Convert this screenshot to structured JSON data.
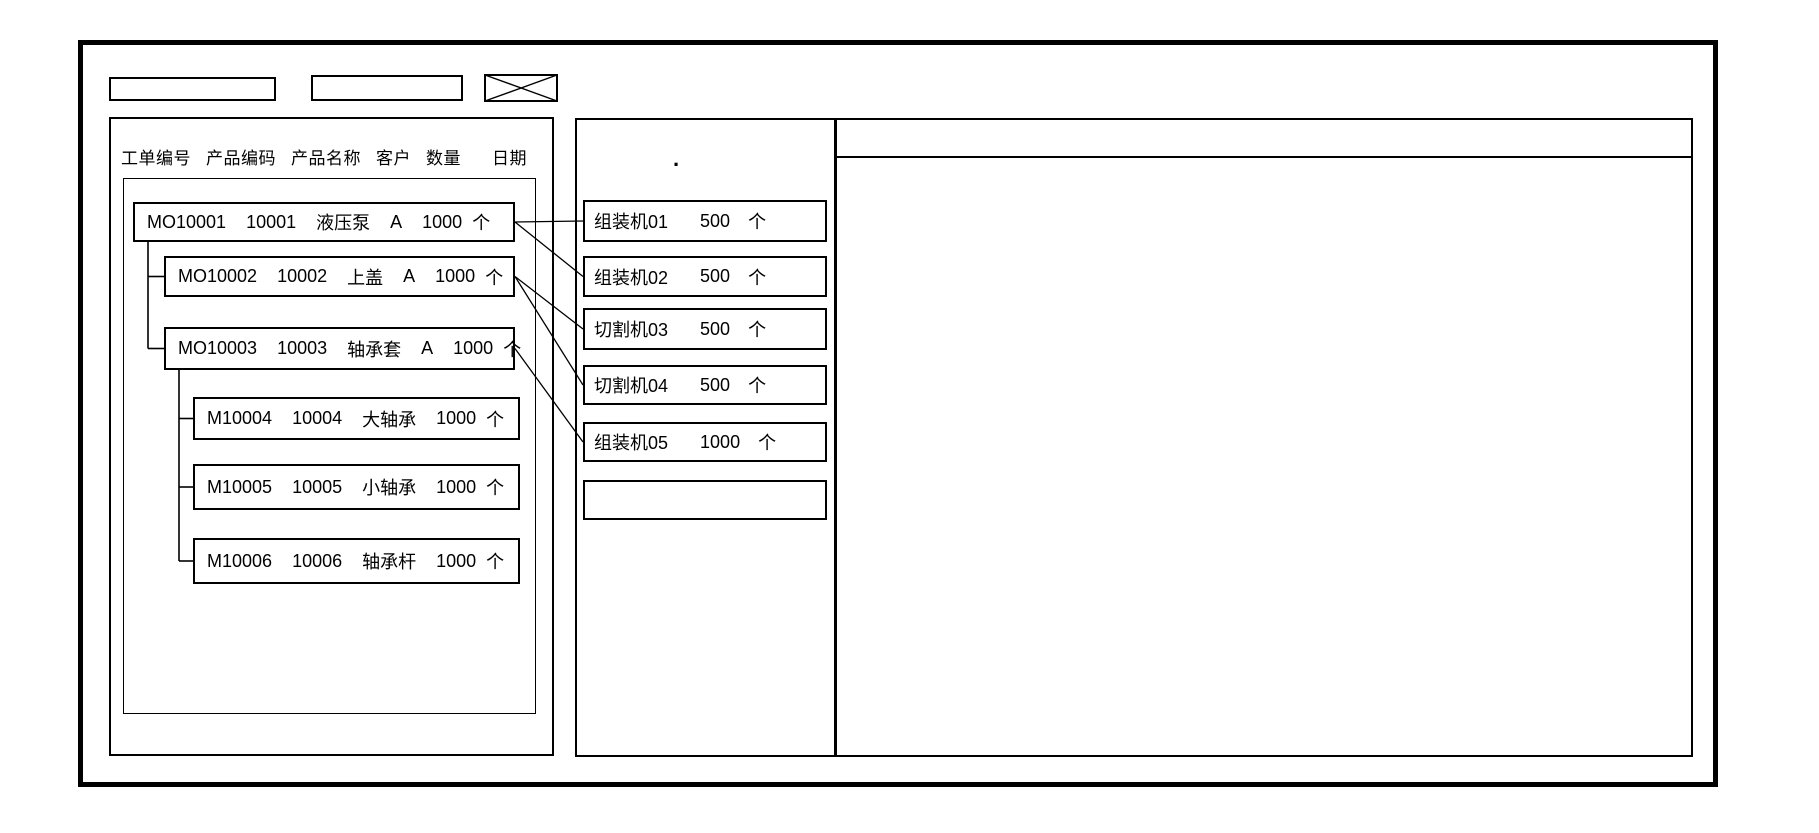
{
  "toolbar": {
    "input1_value": "",
    "input2_value": "",
    "image_placeholder_icon": "x-crossed-box"
  },
  "orders_panel": {
    "columns": [
      "工单编号",
      "产品编码",
      "产品名称",
      "客户",
      "数量",
      "日期"
    ],
    "rows": [
      {
        "order_no": "MO10001",
        "product_code": "10001",
        "product_name": "液压泵",
        "customer": "A",
        "qty": "1000",
        "unit": "个",
        "parent": null
      },
      {
        "order_no": "MO10002",
        "product_code": "10002",
        "product_name": "上盖",
        "customer": "A",
        "qty": "1000",
        "unit": "个",
        "parent": 0
      },
      {
        "order_no": "MO10003",
        "product_code": "10003",
        "product_name": "轴承套",
        "customer": "A",
        "qty": "1000",
        "unit": "个",
        "parent": 0
      },
      {
        "order_no": "M10004",
        "product_code": "10004",
        "product_name": "大轴承",
        "customer": "",
        "qty": "1000",
        "unit": "个",
        "parent": 2
      },
      {
        "order_no": "M10005",
        "product_code": "10005",
        "product_name": "小轴承",
        "customer": "",
        "qty": "1000",
        "unit": "个",
        "parent": 2
      },
      {
        "order_no": "M10006",
        "product_code": "10006",
        "product_name": "轴承杆",
        "customer": "",
        "qty": "1000",
        "unit": "个",
        "parent": 2
      }
    ]
  },
  "machines_panel": {
    "stray_mark": ".",
    "items": [
      {
        "name": "组装机01",
        "qty": "500",
        "unit": "个"
      },
      {
        "name": "组装机02",
        "qty": "500",
        "unit": "个"
      },
      {
        "name": "切割机03",
        "qty": "500",
        "unit": "个"
      },
      {
        "name": "切割机04",
        "qty": "500",
        "unit": "个"
      },
      {
        "name": "组装机05",
        "qty": "1000",
        "unit": "个"
      },
      {
        "name": "",
        "qty": "",
        "unit": ""
      }
    ]
  },
  "links": [
    {
      "from_order": 0,
      "to_machine": 0
    },
    {
      "from_order": 0,
      "to_machine": 1
    },
    {
      "from_order": 1,
      "to_machine": 2
    },
    {
      "from_order": 1,
      "to_machine": 3
    },
    {
      "from_order": 2,
      "to_machine": 4
    }
  ],
  "colors": {
    "line": "#000000",
    "background": "#ffffff"
  }
}
